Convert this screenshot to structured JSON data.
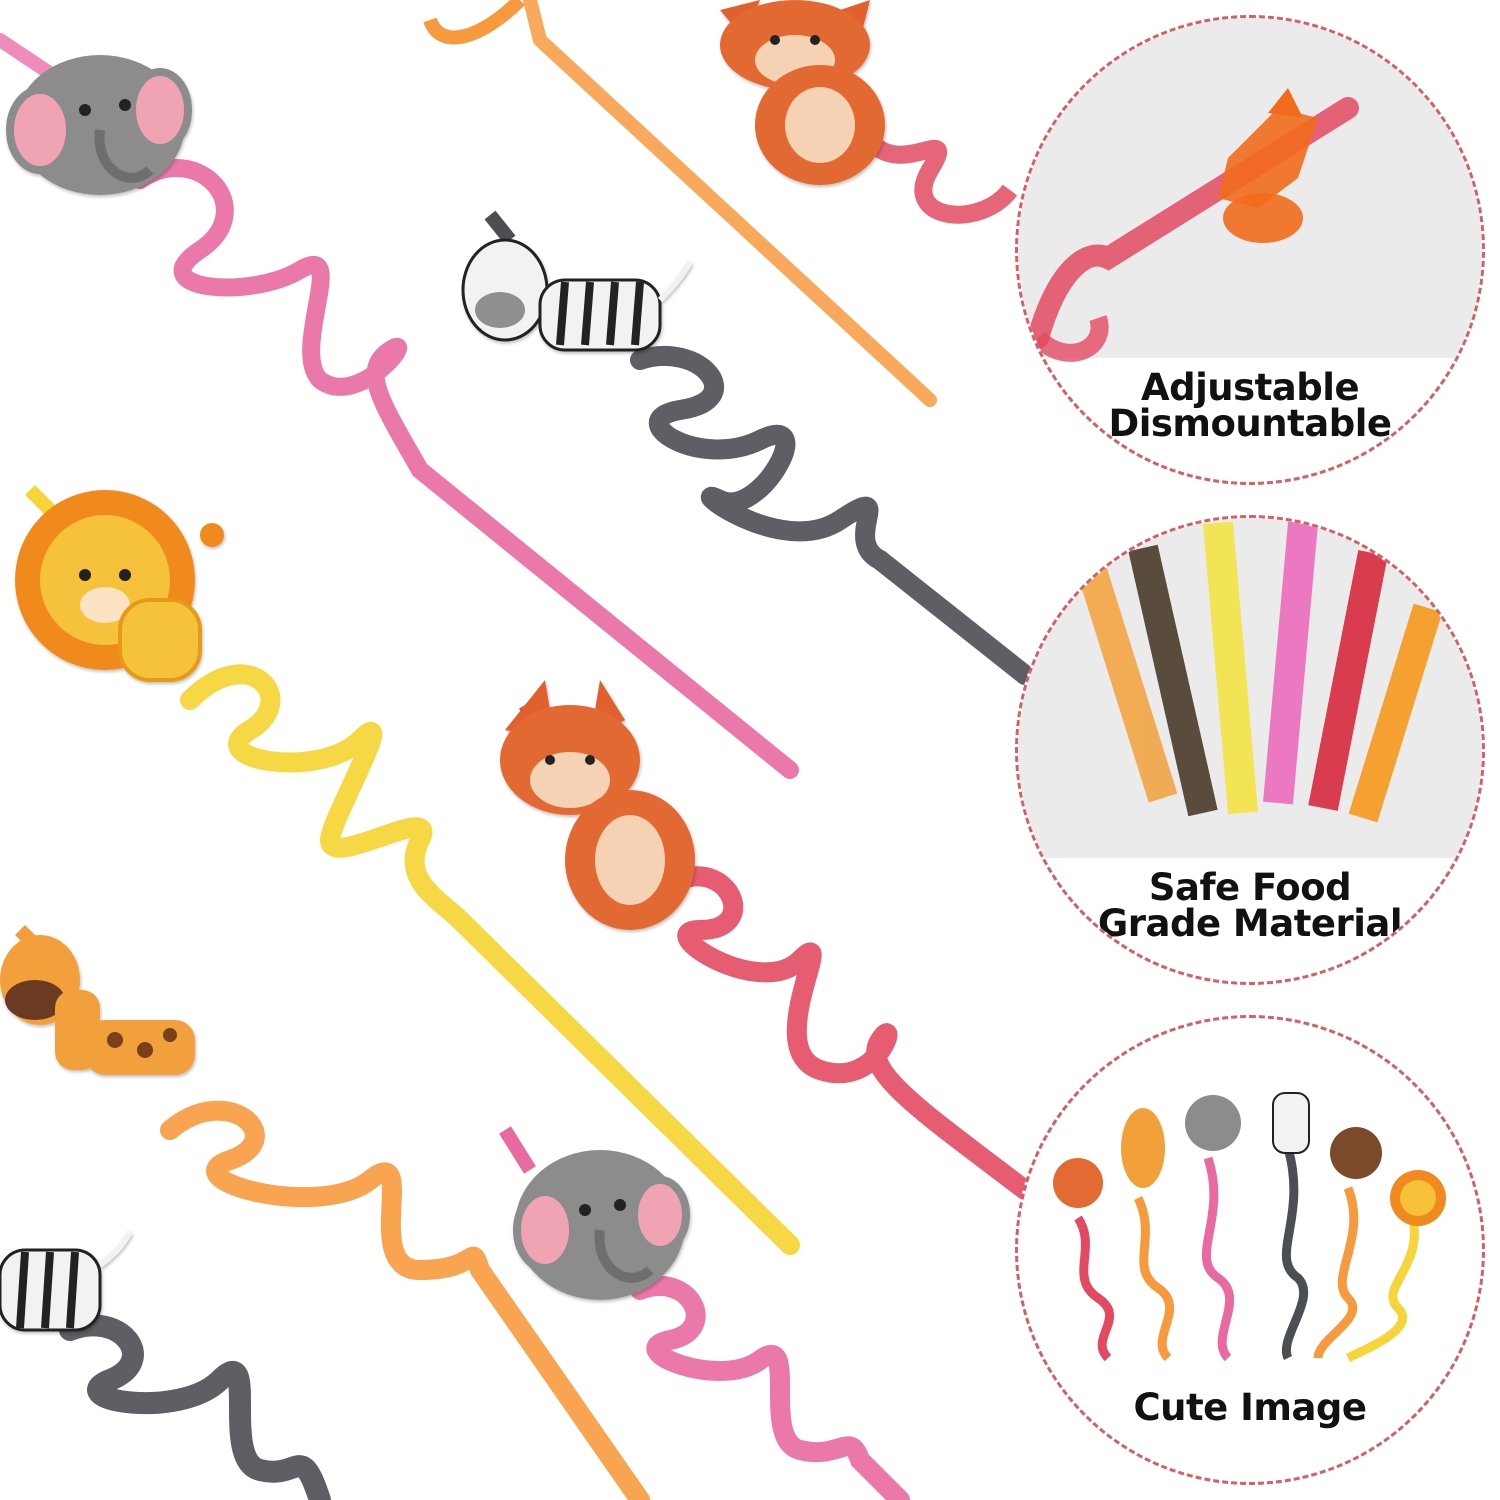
{
  "features": [
    {
      "lines": [
        "Adjustable",
        "Dismountable"
      ],
      "icon": "fox-topper-on-straw"
    },
    {
      "lines": [
        "Safe Food",
        "Grade Material"
      ],
      "icon": "straw-tubes"
    },
    {
      "lines": [
        "Cute Image"
      ],
      "icon": "animal-straw-set"
    }
  ],
  "colors": {
    "badge_border": "#d55f62",
    "straw_pink": "#e86aa0",
    "straw_orange": "#f79a3e",
    "straw_red": "#e34a62",
    "straw_gray": "#4b4e53",
    "straw_yellow": "#f5d53a"
  }
}
